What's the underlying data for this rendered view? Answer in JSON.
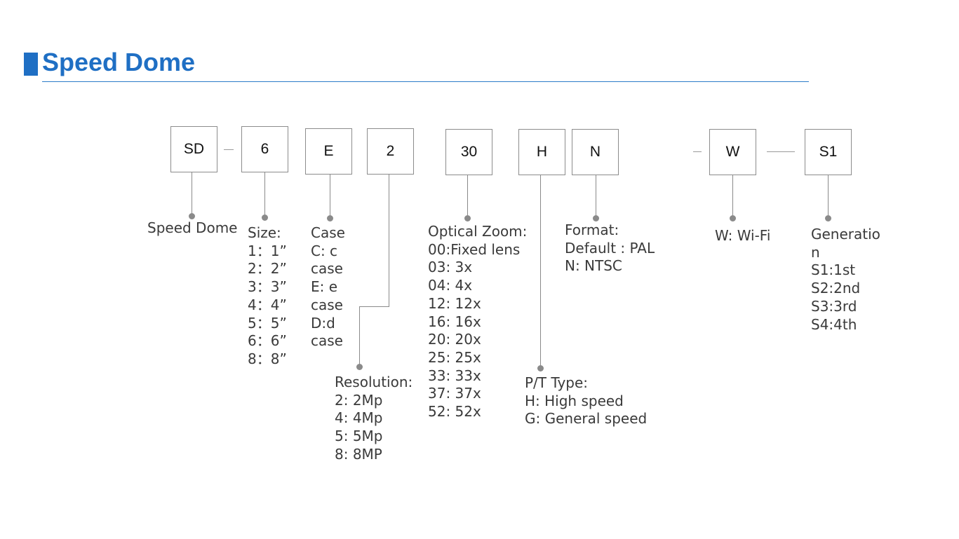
{
  "header": {
    "title": "Speed Dome"
  },
  "codes": {
    "sd": "SD",
    "size": "6",
    "case": "E",
    "resolution": "2",
    "zoom": "30",
    "pt": "H",
    "format": "N",
    "wifi": "W",
    "generation": "S1"
  },
  "descriptions": {
    "sd": [
      "Speed Dome"
    ],
    "size": [
      "Size:",
      "1：1”",
      "2：2”",
      "3：3”",
      "4：4”",
      "5：5”",
      "6：6”",
      "8：8”"
    ],
    "case": [
      "Case",
      "C: c",
      "case",
      "E: e",
      "case",
      "D:d",
      "case"
    ],
    "resolution": [
      "Resolution:",
      "2: 2Mp",
      "4: 4Mp",
      "5: 5Mp",
      "8: 8MP"
    ],
    "zoom": [
      "Optical Zoom:",
      "00:Fixed lens",
      "03: 3x",
      "04: 4x",
      "12: 12x",
      "16: 16x",
      "20: 20x",
      "25: 25x",
      "33: 33x",
      "37: 37x",
      "52: 52x"
    ],
    "pt": [
      "P/T Type:",
      "H: High speed",
      "G: General speed"
    ],
    "format": [
      "Format:",
      "Default : PAL",
      "N: NTSC"
    ],
    "wifi": [
      "W: Wi-Fi"
    ],
    "generation": [
      "Generatio",
      "n",
      "S1:1st",
      "S2:2nd",
      "S3:3rd",
      "S4:4th"
    ]
  }
}
